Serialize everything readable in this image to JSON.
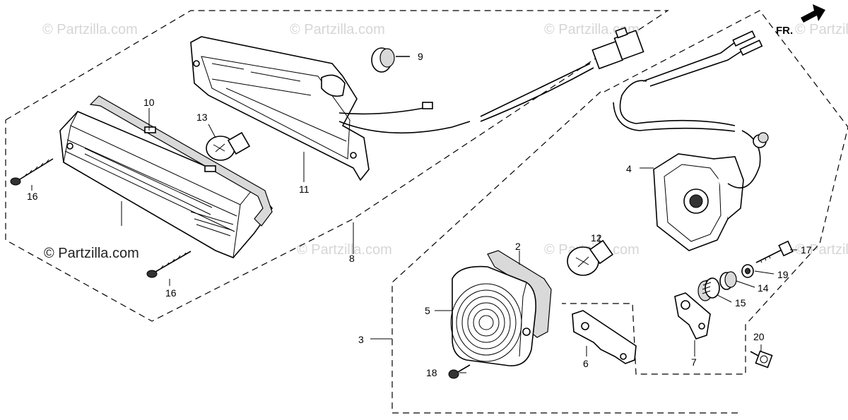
{
  "watermarks": {
    "faint": "© Partzilla.com",
    "main": "© Partzilla.com"
  },
  "orientation": {
    "label": "FR."
  },
  "callouts": [
    {
      "id": "2",
      "label": "2"
    },
    {
      "id": "3",
      "label": "3"
    },
    {
      "id": "4",
      "label": "4"
    },
    {
      "id": "5",
      "label": "5"
    },
    {
      "id": "6",
      "label": "6"
    },
    {
      "id": "7",
      "label": "7"
    },
    {
      "id": "8",
      "label": "8"
    },
    {
      "id": "9",
      "label": "9"
    },
    {
      "id": "10",
      "label": "10"
    },
    {
      "id": "11",
      "label": "11"
    },
    {
      "id": "12",
      "label": "12"
    },
    {
      "id": "13",
      "label": "13"
    },
    {
      "id": "14",
      "label": "14"
    },
    {
      "id": "15",
      "label": "15"
    },
    {
      "id": "16a",
      "label": "16"
    },
    {
      "id": "16b",
      "label": "16"
    },
    {
      "id": "17",
      "label": "17"
    },
    {
      "id": "18",
      "label": "18"
    },
    {
      "id": "19",
      "label": "19"
    },
    {
      "id": "20",
      "label": "20"
    }
  ],
  "colors": {
    "line": "#000000",
    "watermark": "#d6d6d6",
    "background": "#ffffff"
  }
}
